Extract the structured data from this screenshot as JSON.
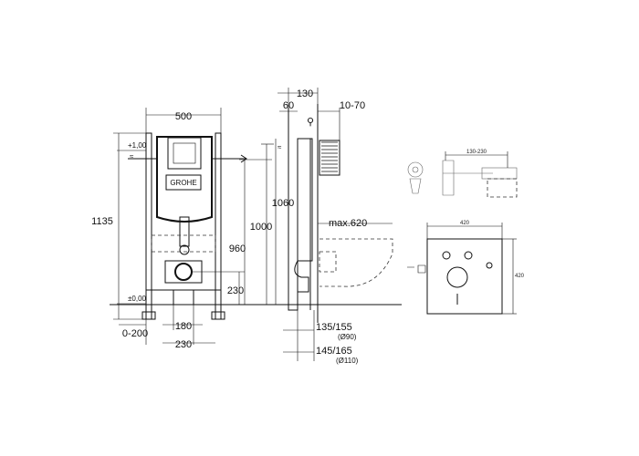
{
  "front_view": {
    "width_label": "500",
    "height_label": "1135",
    "level_top_label": "+1,00",
    "level_bottom_label": "±0,00",
    "offset_label": "0-200",
    "spacing_180_label": "180",
    "spacing_230_label": "230",
    "drain_height_label": "230",
    "height_1000_label": "1000",
    "height_960_label": "960",
    "brand_text": "GROHE"
  },
  "side_view": {
    "depth_130_label": "130",
    "depth_60_label": "60",
    "depth_10_70_label": "10-70",
    "height_1060_label": "1060",
    "max_620_label": "max.620",
    "pipe_1_label": "135/155",
    "pipe_1_sub": "(Ø90)",
    "pipe_2_label": "145/165",
    "pipe_2_sub": "(Ø110)"
  },
  "detail_view": {
    "range_label": "130-230"
  },
  "plate_view": {
    "width_label": "420",
    "height_label": "420"
  }
}
